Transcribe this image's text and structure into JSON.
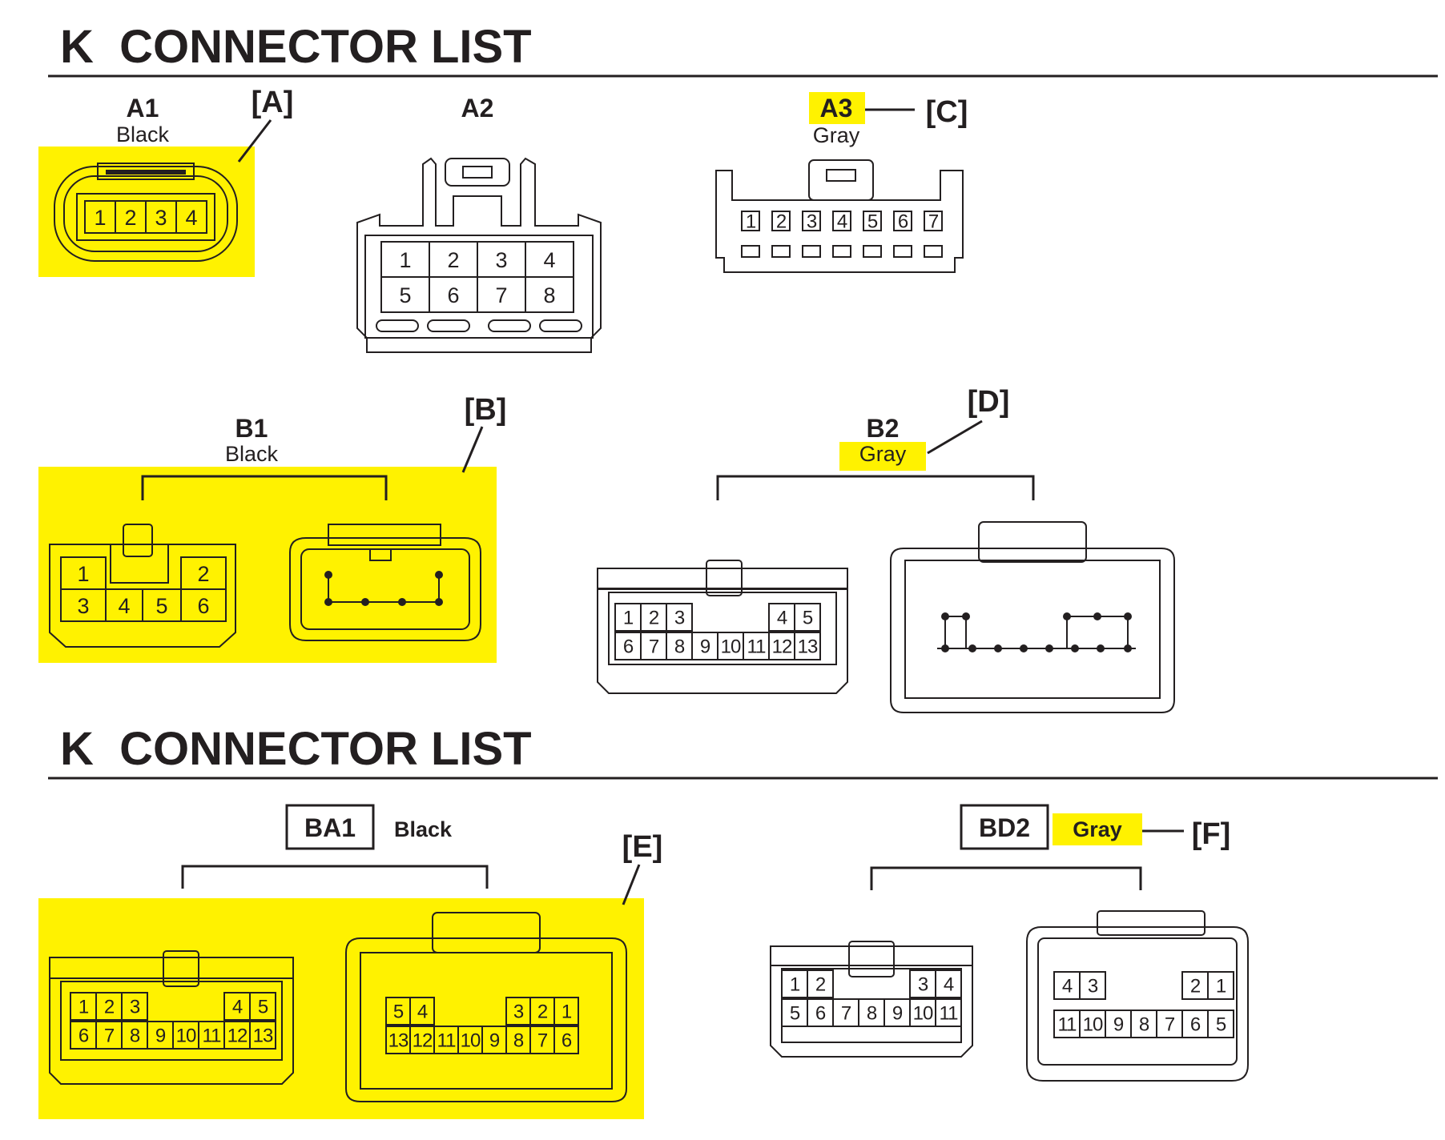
{
  "sections": [
    {
      "title": "K  CONNECTOR LIST"
    },
    {
      "title": "K  CONNECTOR LIST"
    }
  ],
  "connectors": {
    "a1": {
      "code": "A1",
      "color": "Black",
      "tag": "[A]",
      "pins": [
        "1",
        "2",
        "3",
        "4"
      ]
    },
    "a2": {
      "code": "A2",
      "pins": [
        "1",
        "2",
        "3",
        "4",
        "5",
        "6",
        "7",
        "8"
      ]
    },
    "a3": {
      "code": "A3",
      "color": "Gray",
      "tag": "[C]",
      "pins": [
        "1",
        "2",
        "3",
        "4",
        "5",
        "6",
        "7"
      ]
    },
    "b1": {
      "code": "B1",
      "color": "Black",
      "tag": "[B]",
      "pins": [
        "1",
        "2",
        "3",
        "4",
        "5",
        "6"
      ]
    },
    "b2": {
      "code": "B2",
      "color": "Gray",
      "tag": "[D]",
      "pins": [
        "1",
        "2",
        "3",
        "4",
        "5",
        "6",
        "7",
        "8",
        "9",
        "10",
        "11",
        "12",
        "13"
      ]
    },
    "ba1": {
      "code": "BA1",
      "color": "Black",
      "tag": "[E]",
      "female_pins": [
        "1",
        "2",
        "3",
        "4",
        "5",
        "6",
        "7",
        "8",
        "9",
        "10",
        "11",
        "12",
        "13"
      ],
      "male_pins": [
        "5",
        "4",
        "3",
        "2",
        "1",
        "13",
        "12",
        "11",
        "10",
        "9",
        "8",
        "7",
        "6"
      ]
    },
    "bd2": {
      "code": "BD2",
      "color": "Gray",
      "tag": "[F]",
      "female_pins": [
        "1",
        "2",
        "3",
        "4",
        "5",
        "6",
        "7",
        "8",
        "9",
        "10",
        "11"
      ],
      "male_pins": [
        "4",
        "3",
        "2",
        "1",
        "11",
        "10",
        "9",
        "8",
        "7",
        "6",
        "5"
      ]
    }
  },
  "colors": {
    "highlight": "#fff200",
    "line": "#231f20",
    "background": "#ffffff"
  }
}
